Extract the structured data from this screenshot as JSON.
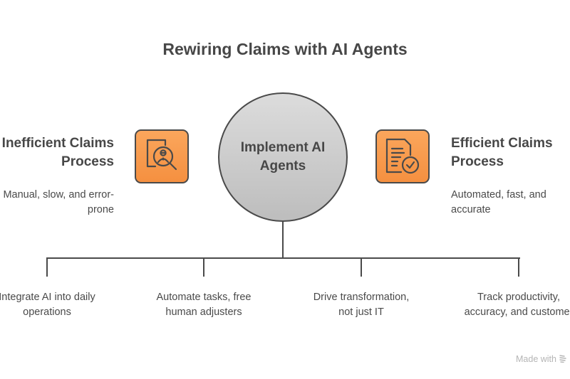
{
  "title": "Rewiring Claims with AI Agents",
  "left": {
    "title_line1": "Inefficient Claims",
    "title_line2": "Process",
    "desc_line1": "Manual, slow, and error-",
    "desc_line2": "prone",
    "icon": "document-search-person-icon"
  },
  "center": {
    "line1": "Implement AI",
    "line2": "Agents"
  },
  "right": {
    "title_line1": "Efficient Claims",
    "title_line2": "Process",
    "desc_line1": "Automated, fast, and",
    "desc_line2": "accurate",
    "icon": "document-check-icon"
  },
  "branches": [
    {
      "line1": "Integrate AI into daily",
      "line2": "operations"
    },
    {
      "line1": "Automate tasks, free",
      "line2": "human adjusters"
    },
    {
      "line1": "Drive transformation,",
      "line2": "not just IT"
    },
    {
      "line1": "Track productivity,",
      "line2": "accuracy, and customer"
    }
  ],
  "watermark": "Made with",
  "colors": {
    "accent": "#f89a4c",
    "stroke": "#4a4a4a",
    "circle": "#cccccc"
  }
}
